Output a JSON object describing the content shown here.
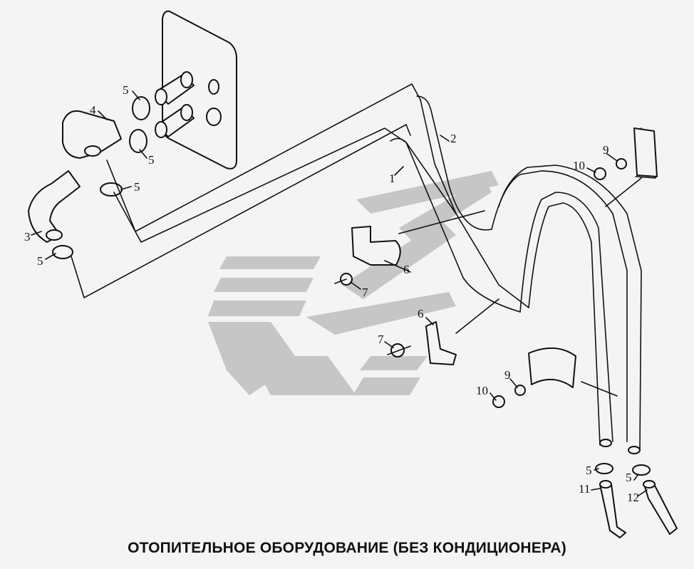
{
  "caption": "ОТОПИТЕЛЬНОЕ ОБОРУДОВАНИЕ (БЕЗ КОНДИЦИОНЕРА)",
  "callouts": {
    "p1": "1",
    "p2": "2",
    "p3": "3",
    "p4": "4",
    "p5a": "5",
    "p5b": "5",
    "p5c": "5",
    "p5d": "5",
    "p5e": "5",
    "p5f": "5",
    "p6a": "6",
    "p6b": "6",
    "p7a": "7",
    "p7b": "7",
    "p9a": "9",
    "p9b": "9",
    "p10a": "10",
    "p10b": "10",
    "p11": "11",
    "p12": "12"
  },
  "colors": {
    "line": "#111111",
    "watermark": "#c6c6c6",
    "background": "#f4f4f4"
  }
}
